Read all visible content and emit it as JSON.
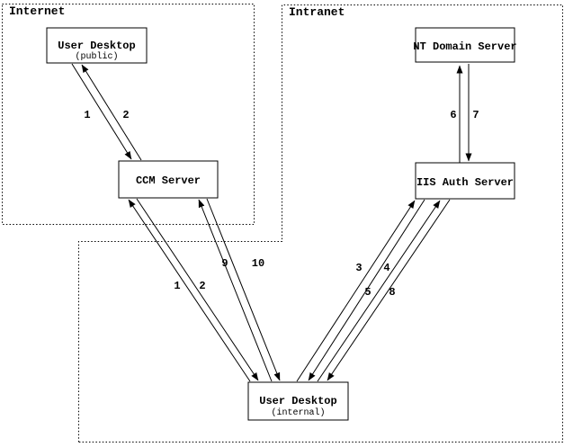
{
  "colors": {
    "ink": "#000000",
    "background": "#ffffff"
  },
  "diagram": {
    "zones": [
      {
        "label": "Internet"
      },
      {
        "label": "Intranet"
      }
    ],
    "nodes": [
      {
        "id": "user-desktop-public",
        "label": "User Desktop",
        "sublabel": "(public)",
        "zone": "Internet"
      },
      {
        "id": "ccm-server",
        "label": "CCM Server",
        "sublabel": "",
        "zone": "Internet"
      },
      {
        "id": "nt-domain-server",
        "label": "NT Domain Server",
        "sublabel": "",
        "zone": "Intranet"
      },
      {
        "id": "iis-auth-server",
        "label": "IIS Auth Server",
        "sublabel": "",
        "zone": "Intranet"
      },
      {
        "id": "user-desktop-internal",
        "label": "User Desktop",
        "sublabel": "(internal)",
        "zone": "Intranet"
      }
    ],
    "edges": [
      {
        "label": "1",
        "from": "user-desktop-public",
        "to": "ccm-server"
      },
      {
        "label": "2",
        "from": "ccm-server",
        "to": "user-desktop-public"
      },
      {
        "label": "1",
        "from": "user-desktop-internal",
        "to": "ccm-server"
      },
      {
        "label": "2",
        "from": "ccm-server",
        "to": "user-desktop-internal"
      },
      {
        "label": "9",
        "from": "user-desktop-internal",
        "to": "ccm-server"
      },
      {
        "label": "10",
        "from": "ccm-server",
        "to": "user-desktop-internal"
      },
      {
        "label": "3",
        "from": "user-desktop-internal",
        "to": "iis-auth-server"
      },
      {
        "label": "4",
        "from": "iis-auth-server",
        "to": "user-desktop-internal"
      },
      {
        "label": "5",
        "from": "user-desktop-internal",
        "to": "iis-auth-server"
      },
      {
        "label": "8",
        "from": "iis-auth-server",
        "to": "user-desktop-internal"
      },
      {
        "label": "6",
        "from": "iis-auth-server",
        "to": "nt-domain-server"
      },
      {
        "label": "7",
        "from": "nt-domain-server",
        "to": "iis-auth-server"
      }
    ]
  }
}
